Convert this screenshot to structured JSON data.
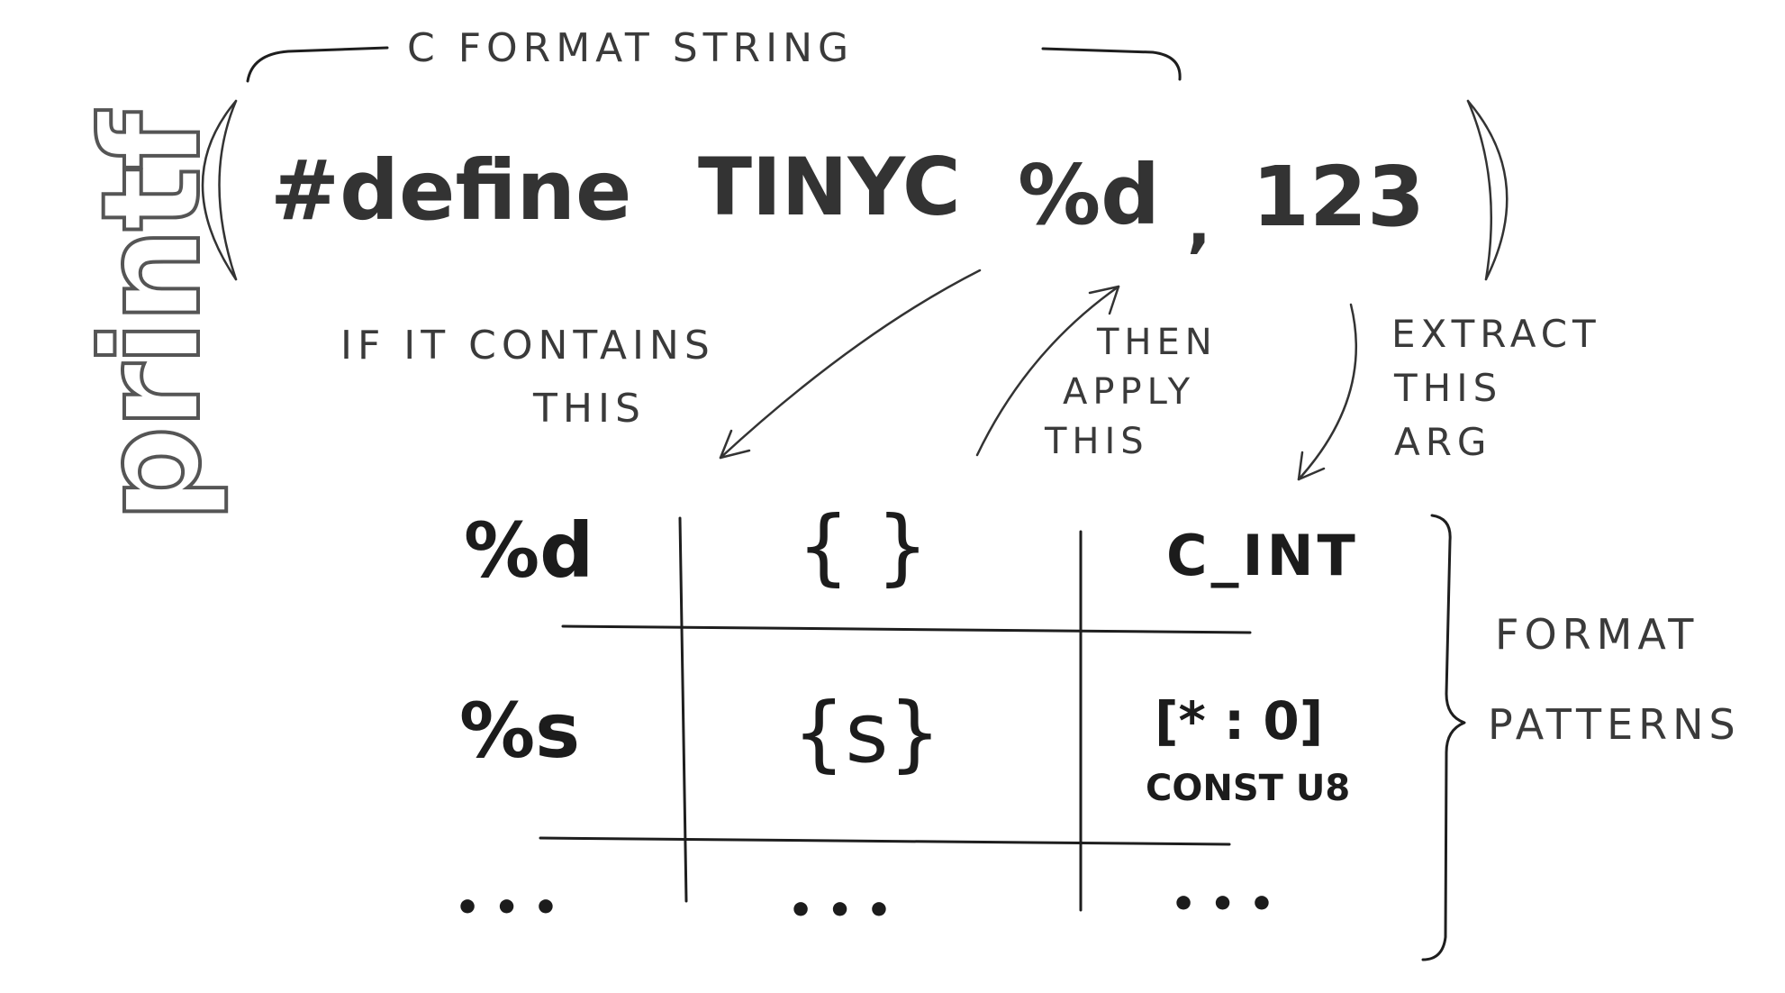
{
  "title": "C FORMAT STRING",
  "side_label": "printf",
  "code": {
    "define": "#define",
    "name": "TINYC",
    "format": "%d",
    "comma": ",",
    "value": "123"
  },
  "notes": {
    "contains": [
      "IF IT CONTAINS",
      "THIS"
    ],
    "apply": [
      "THEN",
      "APPLY",
      "THIS"
    ],
    "extract": [
      "EXTRACT",
      "THIS",
      "ARG"
    ],
    "patterns": [
      "FORMAT",
      "PATTERNS"
    ]
  },
  "table": {
    "rows": [
      {
        "spec": "%d",
        "pattern": "{ }",
        "arg": [
          "C_INT"
        ]
      },
      {
        "spec": "%s",
        "pattern": "{s}",
        "arg": [
          "[* : 0]",
          "CONST U8"
        ]
      },
      {
        "spec": "• • •",
        "pattern": "• • •",
        "arg": [
          "• • •"
        ]
      }
    ]
  }
}
